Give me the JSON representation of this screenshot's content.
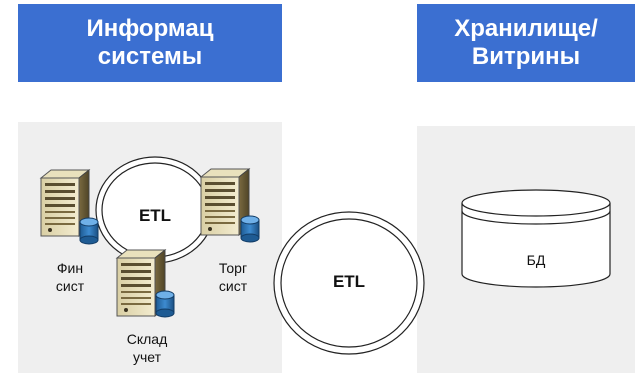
{
  "headers": {
    "left": {
      "line1": "Информац",
      "line2": "системы"
    },
    "right": {
      "line1": "Хранилище/",
      "line2": "Витрины"
    }
  },
  "sources": {
    "fin": {
      "line1": "Фин",
      "line2": "сист"
    },
    "torg": {
      "line1": "Торг",
      "line2": "сист"
    },
    "sklad": {
      "line1": "Склад",
      "line2": "учет"
    }
  },
  "etl_inner": "ETL",
  "etl_middle": "ETL",
  "db_label": "БД",
  "colors": {
    "header": "#3b6fd1",
    "panel": "#efefef",
    "db_cap": "#2a6fb0"
  },
  "icons": [
    "server-icon",
    "database-icon"
  ]
}
